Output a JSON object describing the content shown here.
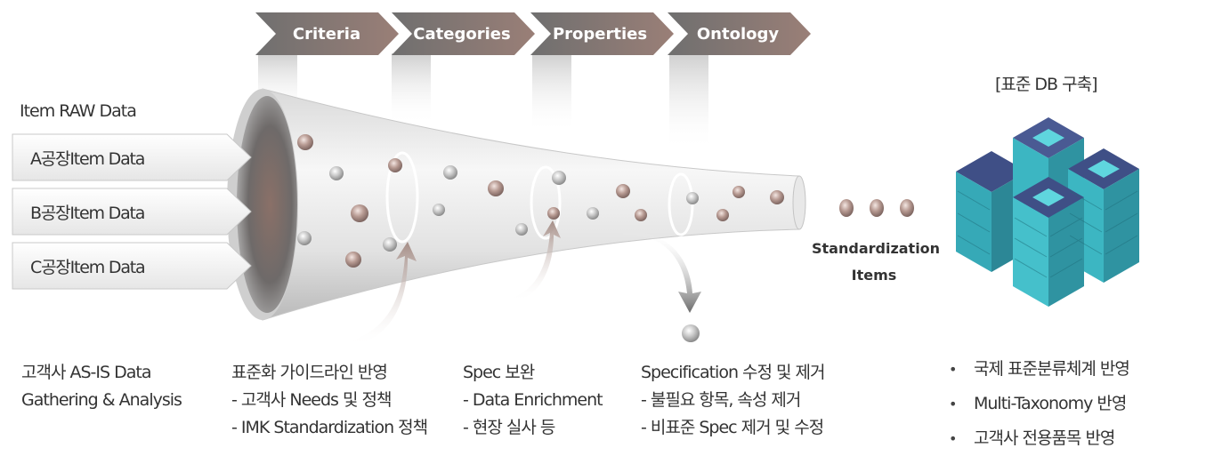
{
  "stages": [
    {
      "label": "Criteria"
    },
    {
      "label": "Categories"
    },
    {
      "label": "Properties"
    },
    {
      "label": "Ontology"
    }
  ],
  "input": {
    "title": "Item RAW Data",
    "items": [
      "A공장Item Data",
      "B공장Item Data",
      "C공장Item Data"
    ]
  },
  "output": {
    "dots": "• • •",
    "label_line1": "Standardization",
    "label_line2": "Items",
    "db_title": "[표준 DB 구축]",
    "bullets": [
      "국제 표준분류체계 반영",
      "Multi-Taxonomy 반영",
      "고객사 전용품목 반영"
    ]
  },
  "steps": [
    {
      "lines": [
        "고객사 AS-IS Data",
        "Gathering & Analysis"
      ]
    },
    {
      "lines": [
        "표준화 가이드라인 반영",
        "- 고객사 Needs 및 정책",
        "- IMK Standardization 정책"
      ]
    },
    {
      "lines": [
        "Spec 보완",
        "- Data Enrichment",
        "- 현장 실사 등"
      ]
    },
    {
      "lines": [
        "Specification 수정 및 제거",
        "- 불필요 항목, 속성 제거",
        "- 비표준 Spec 제거 및 수정"
      ]
    }
  ],
  "colors": {
    "tab": "#8f7b74",
    "funnel_light": "#f4f4f4",
    "funnel_dark": "#9e9e9e",
    "server_top": "#3f4f86",
    "server_side": "#3cb6c2"
  }
}
